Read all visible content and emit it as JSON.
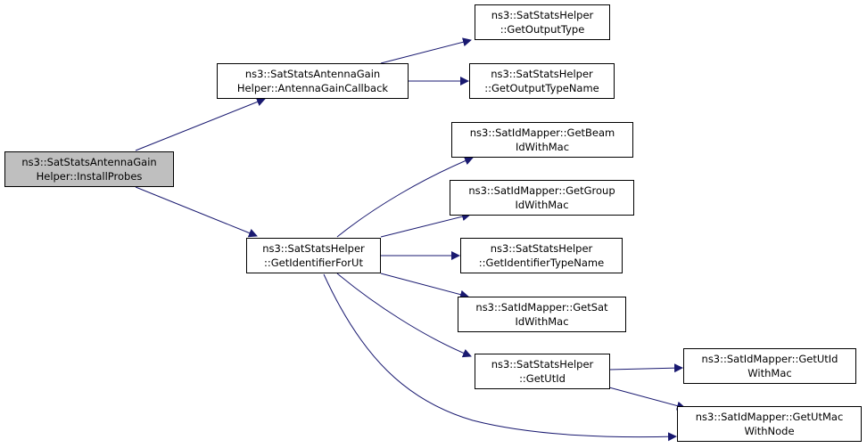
{
  "colors": {
    "edge": "#191970",
    "root_fill": "#bfbfbf",
    "node_fill": "#ffffff",
    "border": "#000000"
  },
  "nodes": {
    "install_probes": {
      "line1": "ns3::SatStatsAntennaGain",
      "line2": "Helper::InstallProbes"
    },
    "antenna_gain_callback": {
      "line1": "ns3::SatStatsAntennaGain",
      "line2": "Helper::AntennaGainCallback"
    },
    "get_output_type": {
      "line1": "ns3::SatStatsHelper",
      "line2": "::GetOutputType"
    },
    "get_output_type_name": {
      "line1": "ns3::SatStatsHelper",
      "line2": "::GetOutputTypeName"
    },
    "get_identifier_for_ut": {
      "line1": "ns3::SatStatsHelper",
      "line2": "::GetIdentifierForUt"
    },
    "get_beam_id_with_mac": {
      "line1": "ns3::SatIdMapper::GetBeam",
      "line2": "IdWithMac"
    },
    "get_group_id_with_mac": {
      "line1": "ns3::SatIdMapper::GetGroup",
      "line2": "IdWithMac"
    },
    "get_identifier_type_name": {
      "line1": "ns3::SatStatsHelper",
      "line2": "::GetIdentifierTypeName"
    },
    "get_sat_id_with_mac": {
      "line1": "ns3::SatIdMapper::GetSat",
      "line2": "IdWithMac"
    },
    "get_ut_id": {
      "line1": "ns3::SatStatsHelper",
      "line2": "::GetUtId"
    },
    "get_ut_id_with_mac": {
      "line1": "ns3::SatIdMapper::GetUtId",
      "line2": "WithMac"
    },
    "get_ut_mac_with_node": {
      "line1": "ns3::SatIdMapper::GetUtMac",
      "line2": "WithNode"
    }
  }
}
